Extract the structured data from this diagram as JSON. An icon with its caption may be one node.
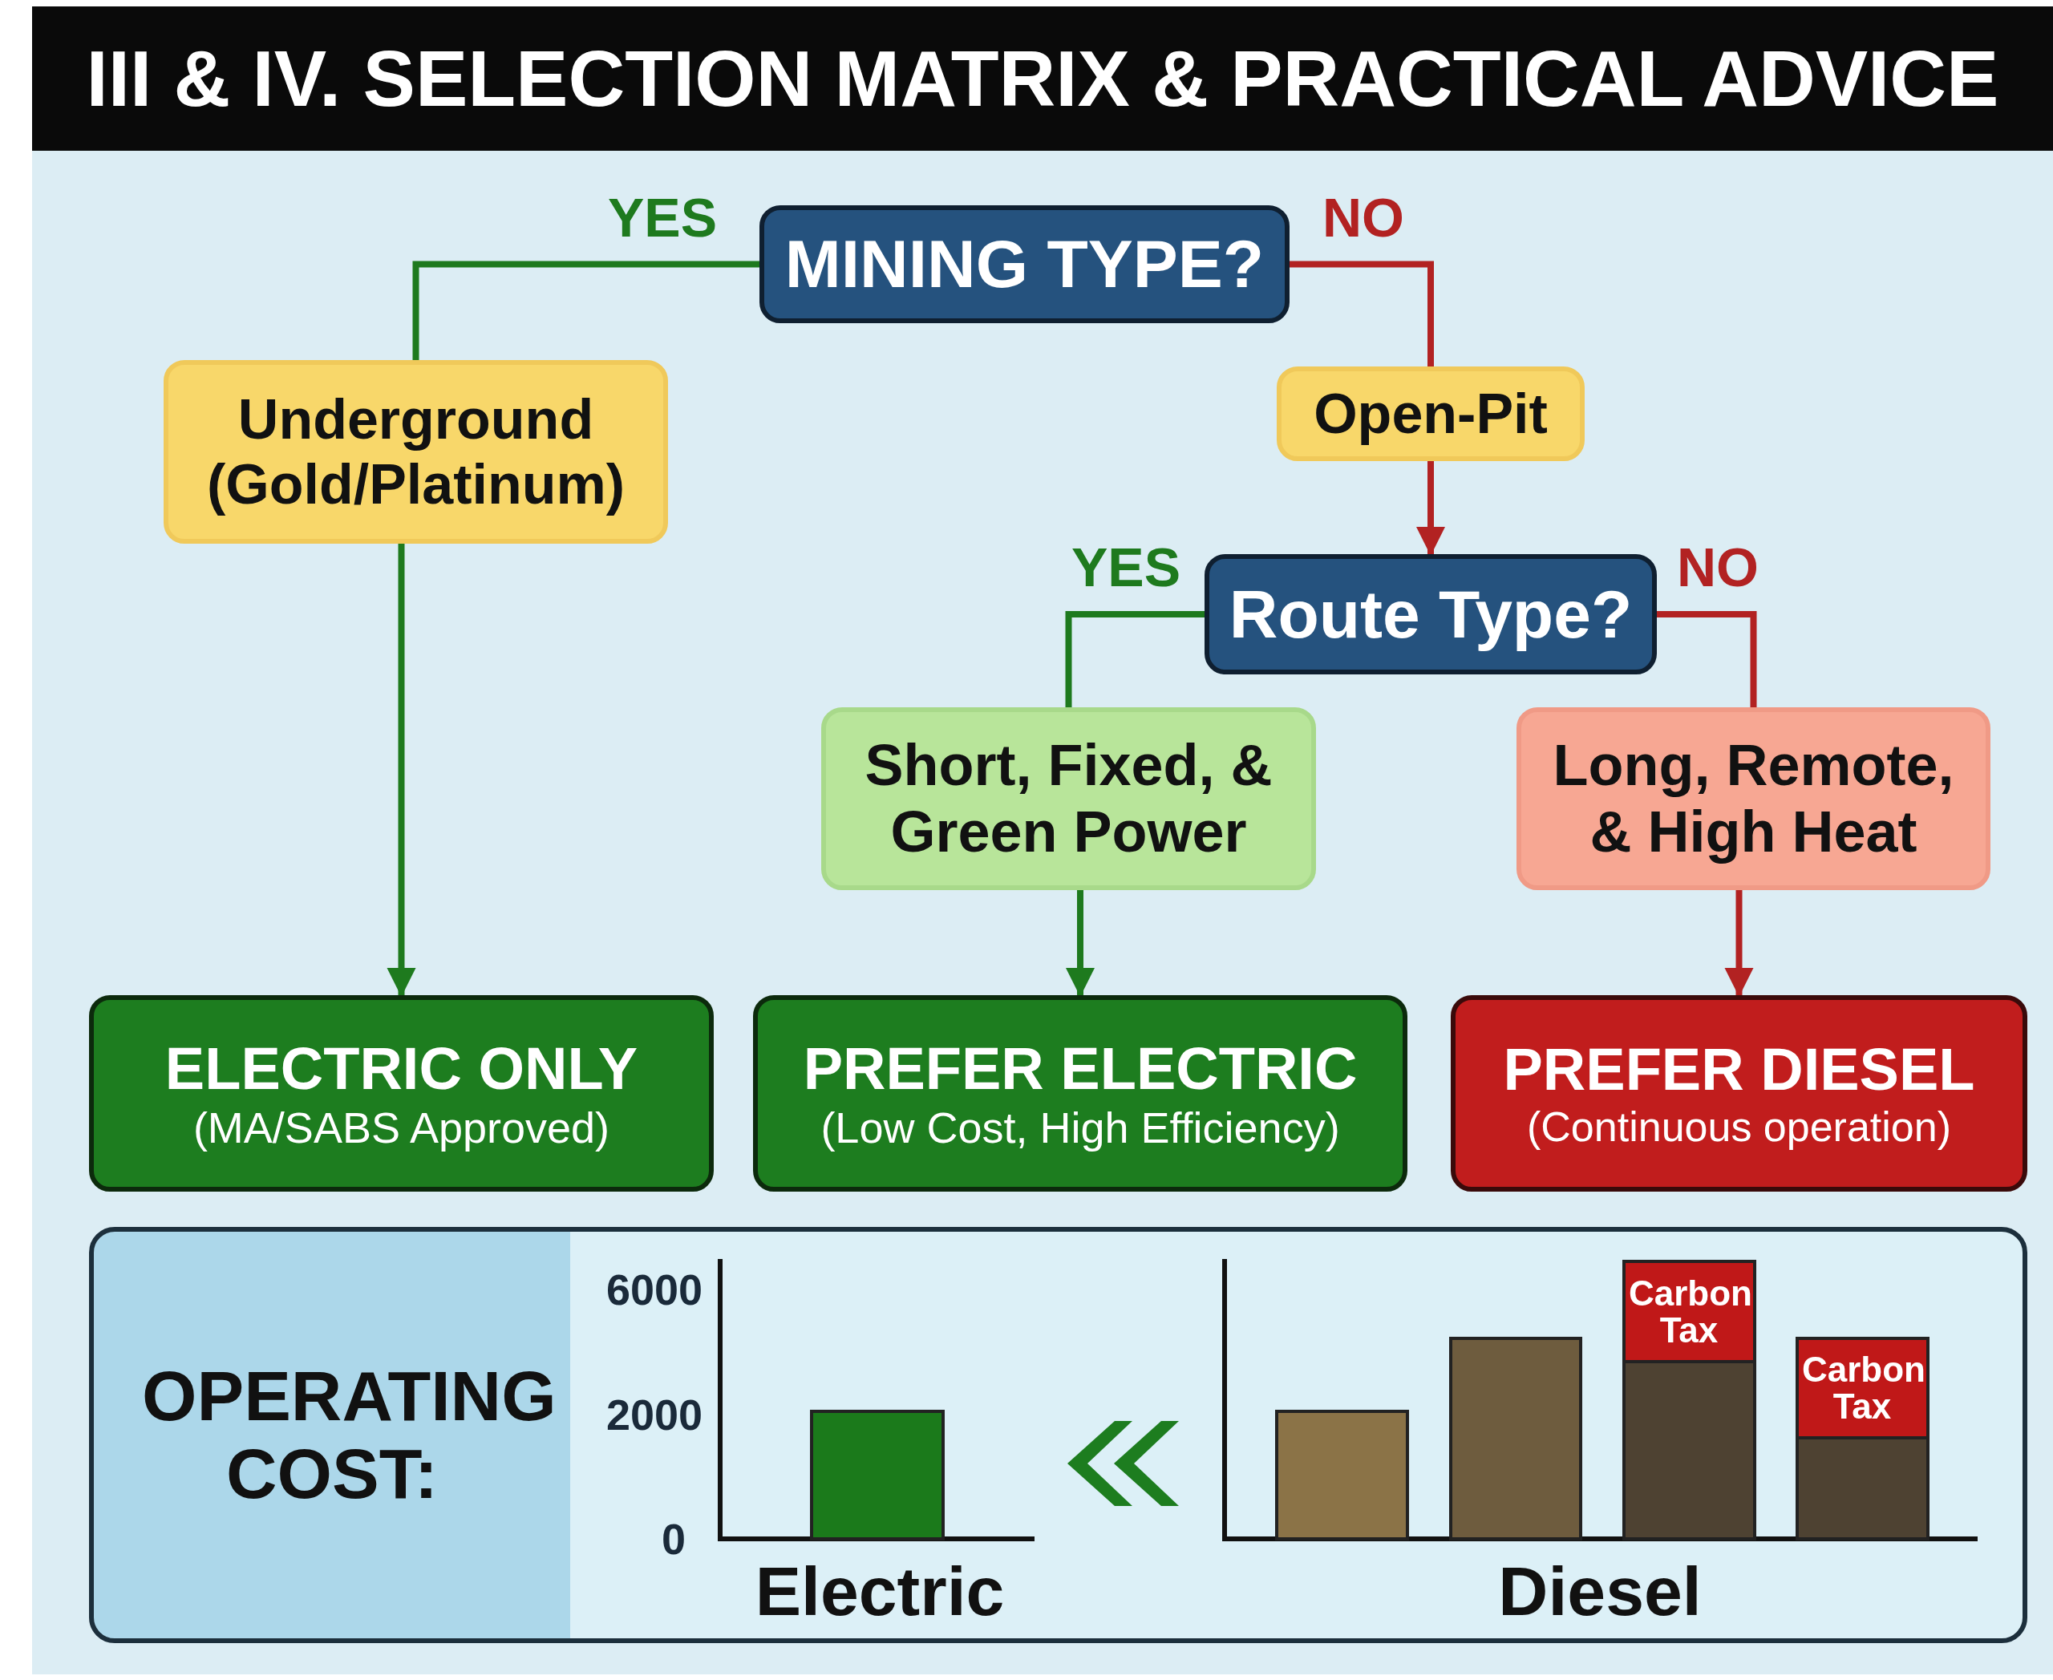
{
  "diagram": {
    "title": "III & IV. SELECTION MATRIX & PRACTICAL ADVICE",
    "nodes": [
      {
        "text": [
          "MINING TYPE?"
        ]
      },
      {
        "text": [
          "Underground (Gold/Platinum)"
        ]
      },
      {
        "text": [
          "Open-Pit"
        ]
      },
      {
        "text": [
          "Route Type?"
        ]
      },
      {
        "text": [
          "Short, Fixed, & Green Power"
        ]
      },
      {
        "text": [
          "Long, Remote, & High Heat"
        ]
      },
      {
        "text": [
          "ELECTRIC ONLY",
          "(MA/SABS Approved)"
        ]
      },
      {
        "text": [
          "PREFER ELECTRIC",
          "(Low Cost, High Efficiency)"
        ]
      },
      {
        "text": [
          "PREFER DIESEL",
          "(Continuous operation)"
        ]
      },
      {
        "text": [
          "OPERATING COST:"
        ]
      }
    ],
    "edges": [
      {
        "from": 0,
        "to": 1,
        "arrow": "none",
        "label": "YES",
        "color": "#1e7a1e"
      },
      {
        "from": 1,
        "to": 6,
        "arrow": "to",
        "color": "#1e7a1e"
      },
      {
        "from": 0,
        "to": 2,
        "arrow": "none",
        "label": "NO",
        "color": "#b22222"
      },
      {
        "from": 2,
        "to": 3,
        "arrow": "to",
        "color": "#b22222"
      },
      {
        "from": 3,
        "to": 4,
        "arrow": "none",
        "label": "YES",
        "color": "#1e7a1e"
      },
      {
        "from": 4,
        "to": 7,
        "arrow": "to",
        "color": "#1e7a1e"
      },
      {
        "from": 3,
        "to": 5,
        "arrow": "none",
        "label": "NO",
        "color": "#b22222"
      },
      {
        "from": 5,
        "to": 8,
        "arrow": "to",
        "color": "#b22222"
      }
    ],
    "labels": [
      "6000",
      "2000",
      "0",
      "Carbon Tax",
      "Carbon Tax",
      "Electric",
      "Diesel"
    ]
  }
}
